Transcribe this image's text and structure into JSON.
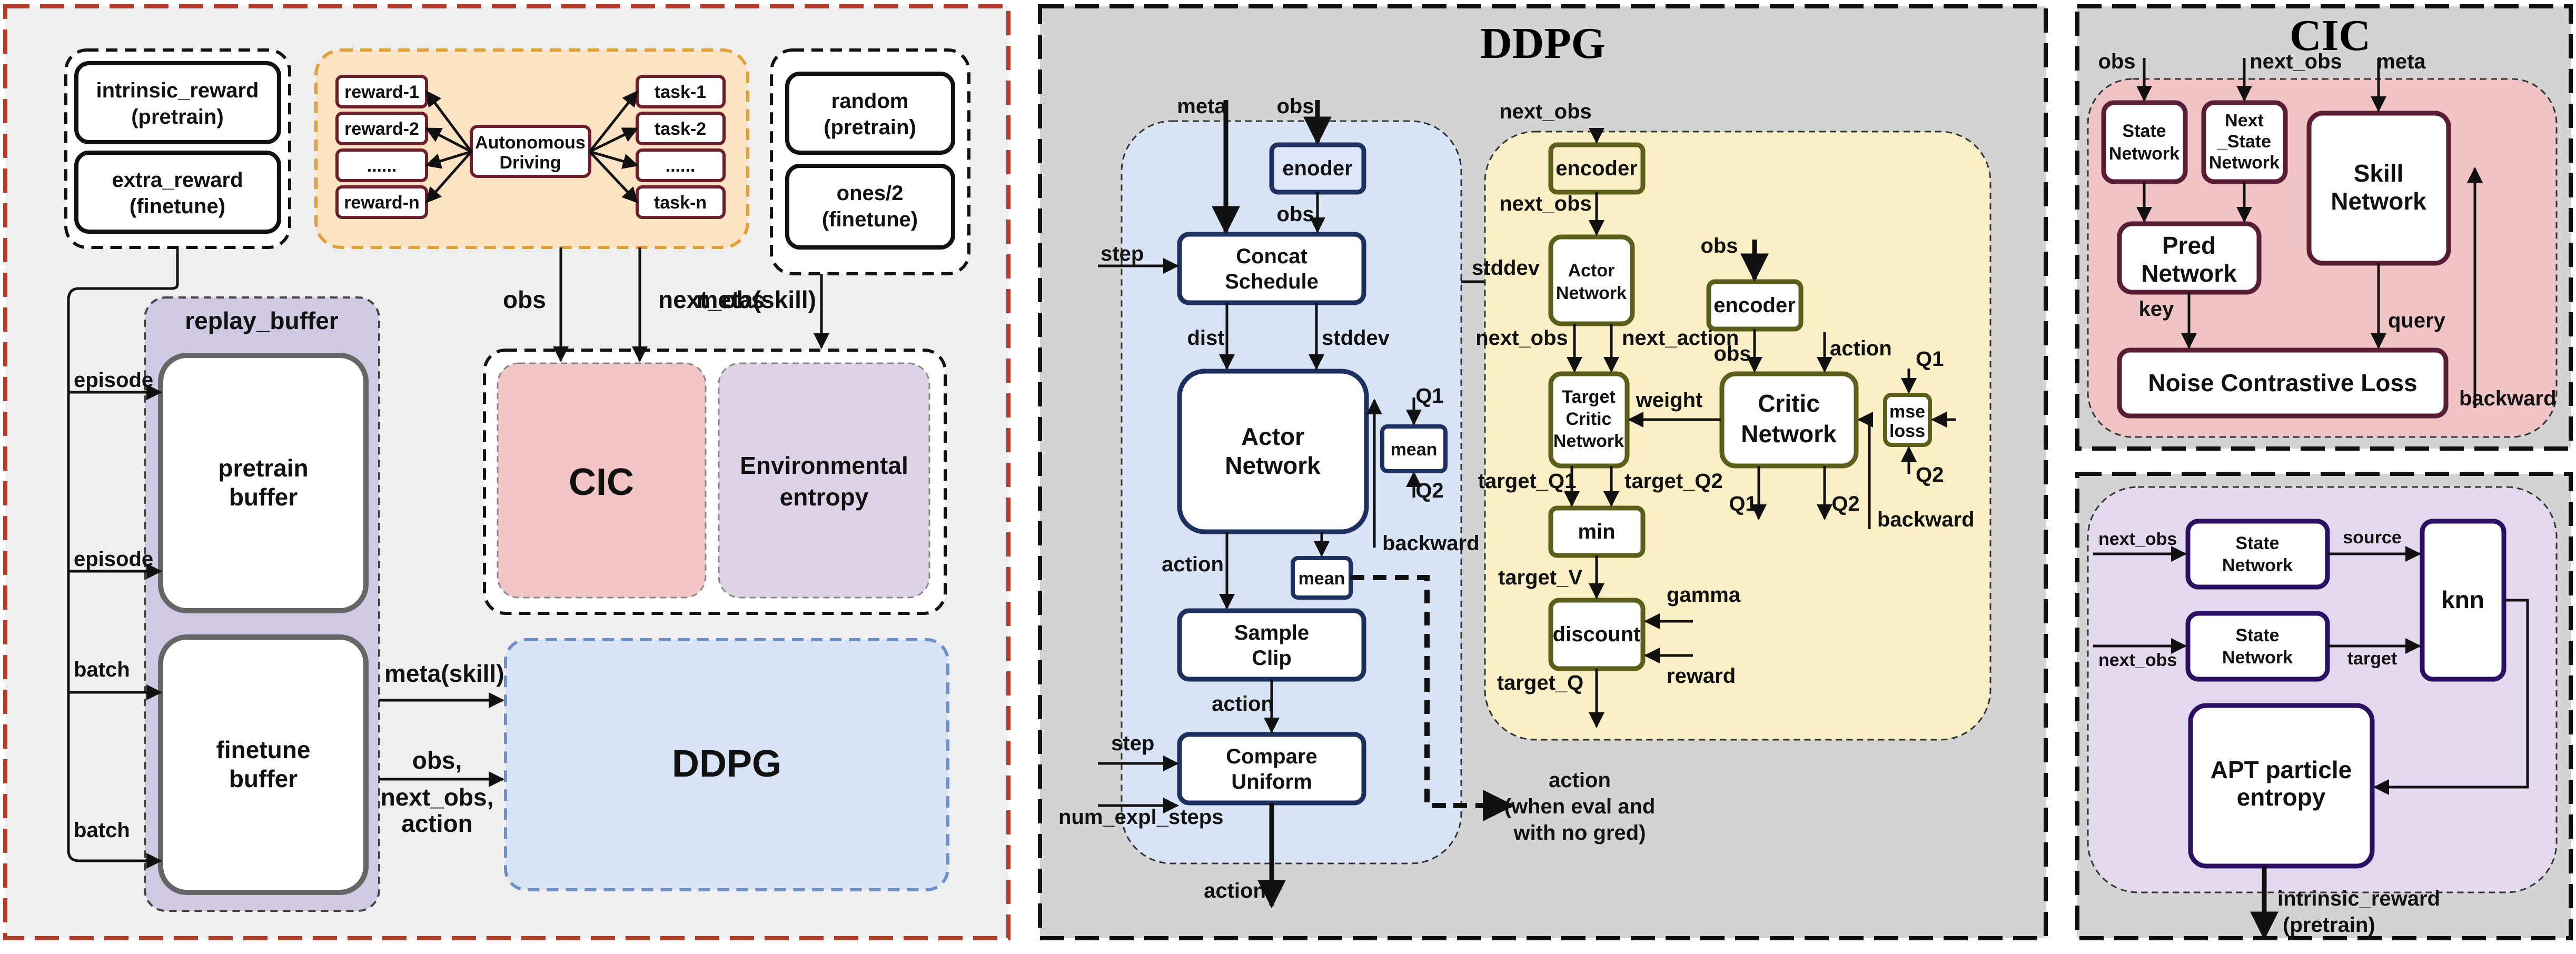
{
  "colors": {
    "ddpg_panel_bg": "#d3d3d3",
    "left_panel_bg": "#efefef",
    "left_panel_border": "#b33b2a",
    "orange_bg": "#fbe3c4",
    "orange_border": "#e1a03a",
    "red_box_border": "#6e1e2b",
    "replay_bg": "#cfc9e3",
    "cic_pink": "#f1c6c5",
    "env_purple": "#ddd3e6",
    "ddpg_blue": "#d8e4f6",
    "ddpg_blue_border": "#6f8fc7",
    "actor_bg": "#dde6f8",
    "actor_border": "#1d3160",
    "critic_bg": "#fbefc6",
    "critic_border": "#5c5f1a",
    "cic_panel_bg": "#f0c4c4",
    "cic_border": "#5a1d36",
    "apt_bg": "#e3d9ef",
    "apt_border": "#2c0f63"
  },
  "left": {
    "reward_top": {
      "intrinsic": "intrinsic_reward",
      "intrinsic_sub": "(pretrain)",
      "extra": "extra_reward",
      "extra_sub": "(finetune)"
    },
    "meta_top": {
      "random": "random",
      "random_sub": "(pretrain)",
      "ones": "ones/2",
      "ones_sub": "(finetune)"
    },
    "driving": {
      "center": "Autonomous",
      "center2": "Driving",
      "rewards": [
        "reward-1",
        "reward-2",
        "......",
        "reward-n"
      ],
      "tasks": [
        "task-1",
        "task-2",
        "......",
        "task-n"
      ]
    },
    "replay": {
      "title": "replay_buffer",
      "pretrain": "pretrain",
      "pretrain2": "buffer",
      "finetune": "finetune",
      "finetune2": "buffer"
    },
    "edge_labels": {
      "episode1": "episode",
      "episode2": "episode",
      "batch1": "batch",
      "batch2": "batch",
      "obs": "obs",
      "next_obs": "next_obs",
      "meta_skill": "meta(skill)",
      "meta_skill2": "meta(skill)",
      "obs2": "obs,",
      "next_obs2": "next_obs,",
      "action": "action"
    },
    "cic": "CIC",
    "env1": "Environmental",
    "env2": "entropy",
    "ddpg": "DDPG"
  },
  "ddpg": {
    "title": "DDPG",
    "actor": {
      "encoder": "enoder",
      "concat": "Concat",
      "concat2": "Schedule",
      "actor": "Actor",
      "actor2": "Network",
      "mean_small": "mean",
      "mean": "mean",
      "sample": "Sample",
      "sample2": "Clip",
      "compare": "Compare",
      "compare2": "Uniform"
    },
    "critic": {
      "encoder_top": "encoder",
      "actor": "Actor",
      "actor2": "Network",
      "encoder": "encoder",
      "target": "Target",
      "target2": "Critic",
      "target3": "Network",
      "critic": "Critic",
      "critic2": "Network",
      "mse": "mse",
      "mse2": "loss",
      "min": "min",
      "discount": "discount"
    },
    "labels": {
      "meta": "meta",
      "obs_a": "obs",
      "obs_b": "obs",
      "step1": "step",
      "dist": "dist",
      "stddev1": "stddev",
      "q1a": "Q1",
      "q2a": "Q2",
      "backward1": "backward",
      "action1": "action",
      "action2": "action",
      "step2": "step",
      "num_expl_steps": "num_expl_steps",
      "action_out": "action",
      "action_eval": "action",
      "action_eval2": "(when eval and",
      "action_eval3": "with no gred)",
      "next_obs_top": "next_obs",
      "next_obs1": "next_obs",
      "stddev2": "stddev",
      "obs_c": "obs",
      "obs_d": "obs",
      "next_obs2": "next_obs",
      "next_action": "next_action",
      "action3": "action",
      "weight": "weight",
      "q1b": "Q1",
      "q2b": "Q2",
      "q1c": "Q1",
      "q2c": "Q2",
      "target_q1": "target_Q1",
      "target_q2": "target_Q2",
      "backward2": "backward",
      "target_v": "target_V",
      "gamma": "gamma",
      "reward": "reward",
      "target_q": "target_Q"
    }
  },
  "cic": {
    "title": "CIC",
    "state": "State",
    "state2": "Network",
    "next_state": "Next",
    "next_state2": "_State",
    "next_state3": "Network",
    "skill": "Skill",
    "skill2": "Network",
    "pred": "Pred",
    "pred2": "Network",
    "nce": "Noise Contrastive Loss",
    "labels": {
      "obs": "obs",
      "next_obs": "next_obs",
      "meta": "meta",
      "key": "key",
      "query": "query",
      "backward": "backward"
    }
  },
  "apt": {
    "state1": "State",
    "state1b": "Network",
    "state2": "State",
    "state2b": "Network",
    "knn": "knn",
    "apt": "APT particle",
    "apt2": "entropy",
    "labels": {
      "next_obs1": "next_obs",
      "next_obs2": "next_obs",
      "source": "source",
      "target": "target",
      "out": "intrinsic_reward",
      "out2": "(pretrain)"
    }
  }
}
